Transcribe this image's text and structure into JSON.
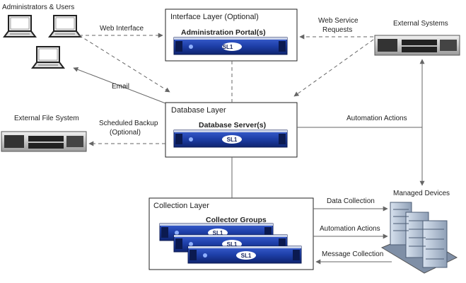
{
  "actors": {
    "admins_users": "Administrators & Users",
    "external_systems": "External Systems",
    "external_file_system": "External File System",
    "managed_devices": "Managed Devices"
  },
  "layers": {
    "interface": {
      "title": "Interface Layer (Optional)",
      "component": "Administration Portal(s)"
    },
    "database": {
      "title": "Database Layer",
      "component": "Database Server(s)"
    },
    "collection": {
      "title": "Collection Layer",
      "component": "Collector Groups"
    }
  },
  "brand": "SL1",
  "connections": {
    "web_interface": "Web Interface",
    "web_service_requests": [
      "Web Service",
      "Requests"
    ],
    "email": "Email",
    "scheduled_backup": [
      "Scheduled Backup",
      "(Optional)"
    ],
    "automation_actions_top": "Automation Actions",
    "data_collection": "Data Collection",
    "automation_actions_bottom": "Automation Actions",
    "message_collection": "Message Collection"
  },
  "colors": {
    "server_blue": "#1e3fa8",
    "line_gray": "#666666"
  }
}
